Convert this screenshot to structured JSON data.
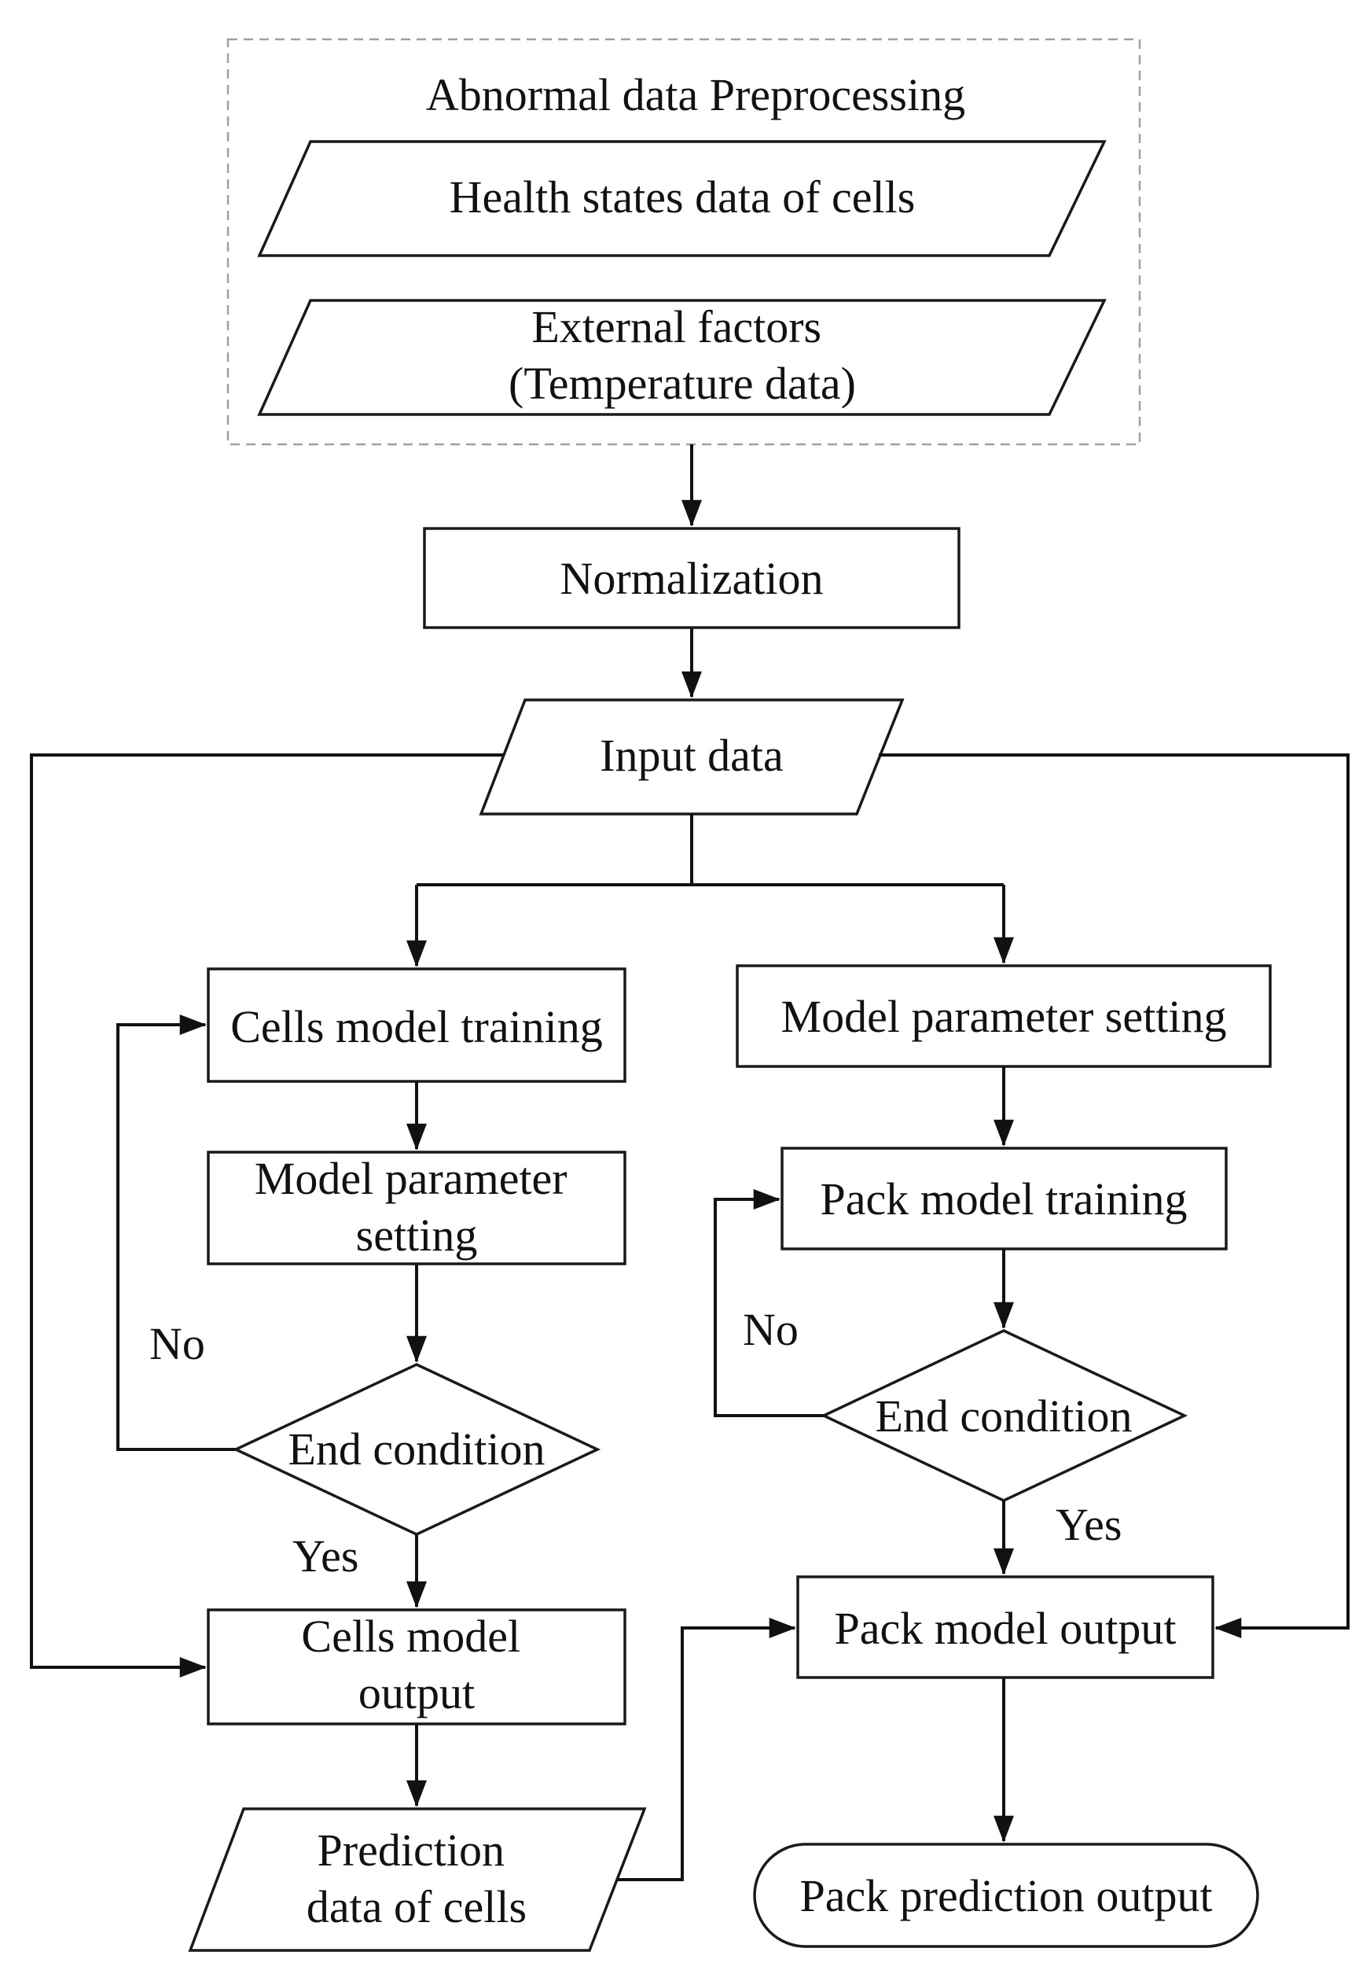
{
  "diagram": {
    "group_title": "Abnormal data Preprocessing",
    "nodes": {
      "health_states": {
        "lines": [
          "Health states data of cells"
        ]
      },
      "external_factors": {
        "lines": [
          "External factors",
          "(Temperature data)"
        ]
      },
      "normalization": {
        "lines": [
          "Normalization"
        ]
      },
      "input_data": {
        "lines": [
          "Input data"
        ]
      },
      "cells_model_training": {
        "lines": [
          "Cells model training"
        ]
      },
      "cells_model_parameter_setting": {
        "lines": [
          "Model parameter",
          "setting"
        ]
      },
      "cells_end_condition": {
        "lines": [
          "End condition"
        ]
      },
      "cells_model_output": {
        "lines": [
          "Cells model",
          "output"
        ]
      },
      "prediction_data_of_cells": {
        "lines": [
          "Prediction",
          "data of cells"
        ]
      },
      "pack_model_parameter_setting": {
        "lines": [
          "Model parameter setting"
        ]
      },
      "pack_model_training": {
        "lines": [
          "Pack model training"
        ]
      },
      "pack_end_condition": {
        "lines": [
          "End condition"
        ]
      },
      "pack_model_output": {
        "lines": [
          "Pack model output"
        ]
      },
      "pack_prediction_output": {
        "lines": [
          "Pack prediction output"
        ]
      }
    },
    "edge_labels": {
      "cells_no": "No",
      "cells_yes": "Yes",
      "pack_no": "No",
      "pack_yes": "Yes"
    }
  }
}
